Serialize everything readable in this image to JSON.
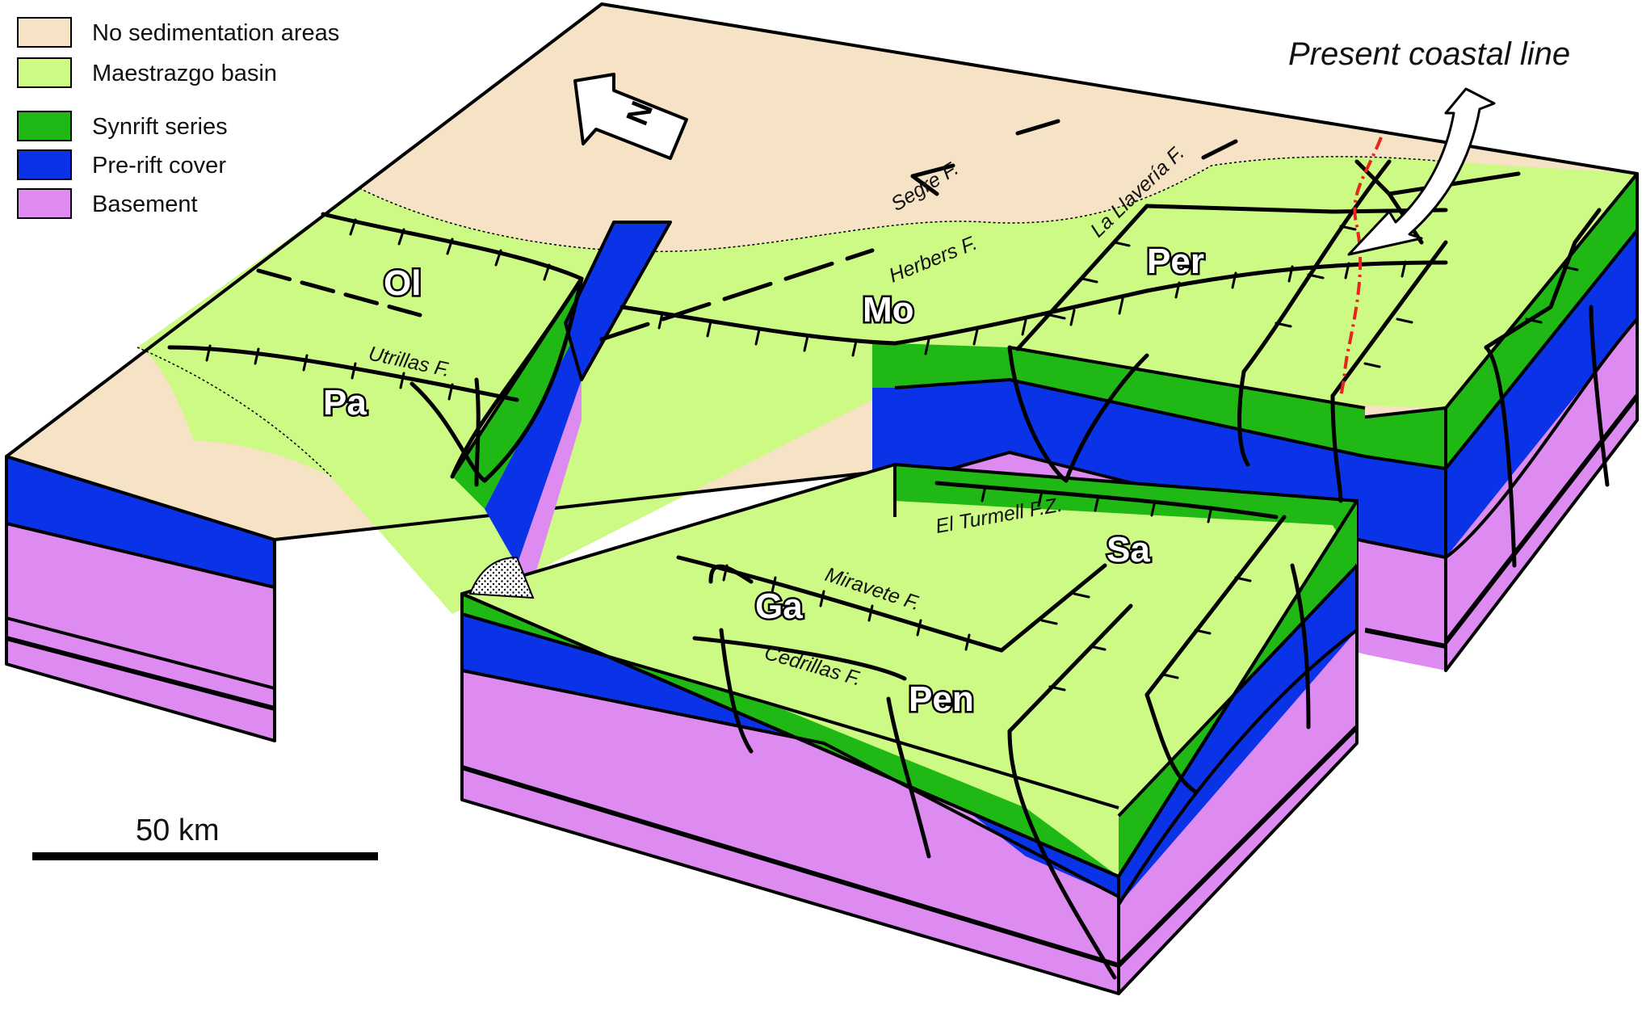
{
  "colors": {
    "no_sedimentation": "#f6e2c4",
    "maestrazgo_basin": "#ccfa84",
    "synrift": "#20b814",
    "prerift": "#0a32e6",
    "basement": "#dd8bf0",
    "coastline": "#e8231e"
  },
  "legend": [
    {
      "label": "No sedimentation areas",
      "color_key": "no_sedimentation"
    },
    {
      "label": "Maestrazgo basin",
      "color_key": "maestrazgo_basin"
    },
    {
      "label": "Synrift series",
      "color_key": "synrift"
    },
    {
      "label": "Pre-rift cover",
      "color_key": "prerift"
    },
    {
      "label": "Basement",
      "color_key": "basement"
    }
  ],
  "north_arrow": {
    "letter": "N",
    "icon": "north-arrow-icon"
  },
  "coastline": {
    "label": "Present coastal line"
  },
  "scale_bar": {
    "label": "50 km"
  },
  "regions": {
    "ol": "Ol",
    "pa": "Pa",
    "mo": "Mo",
    "per": "Per",
    "ga": "Ga",
    "sa": "Sa",
    "pen": "Pen"
  },
  "faults": {
    "segre": "Segre F.",
    "la_llaveria": "La Llavería F.",
    "herbers": "Herbers F.",
    "utrillas": "Utrillas F.",
    "el_turmell": "El Turmell F.Z.",
    "miravete": "Miravete F.",
    "cedrillas": "Cedrillas F."
  }
}
